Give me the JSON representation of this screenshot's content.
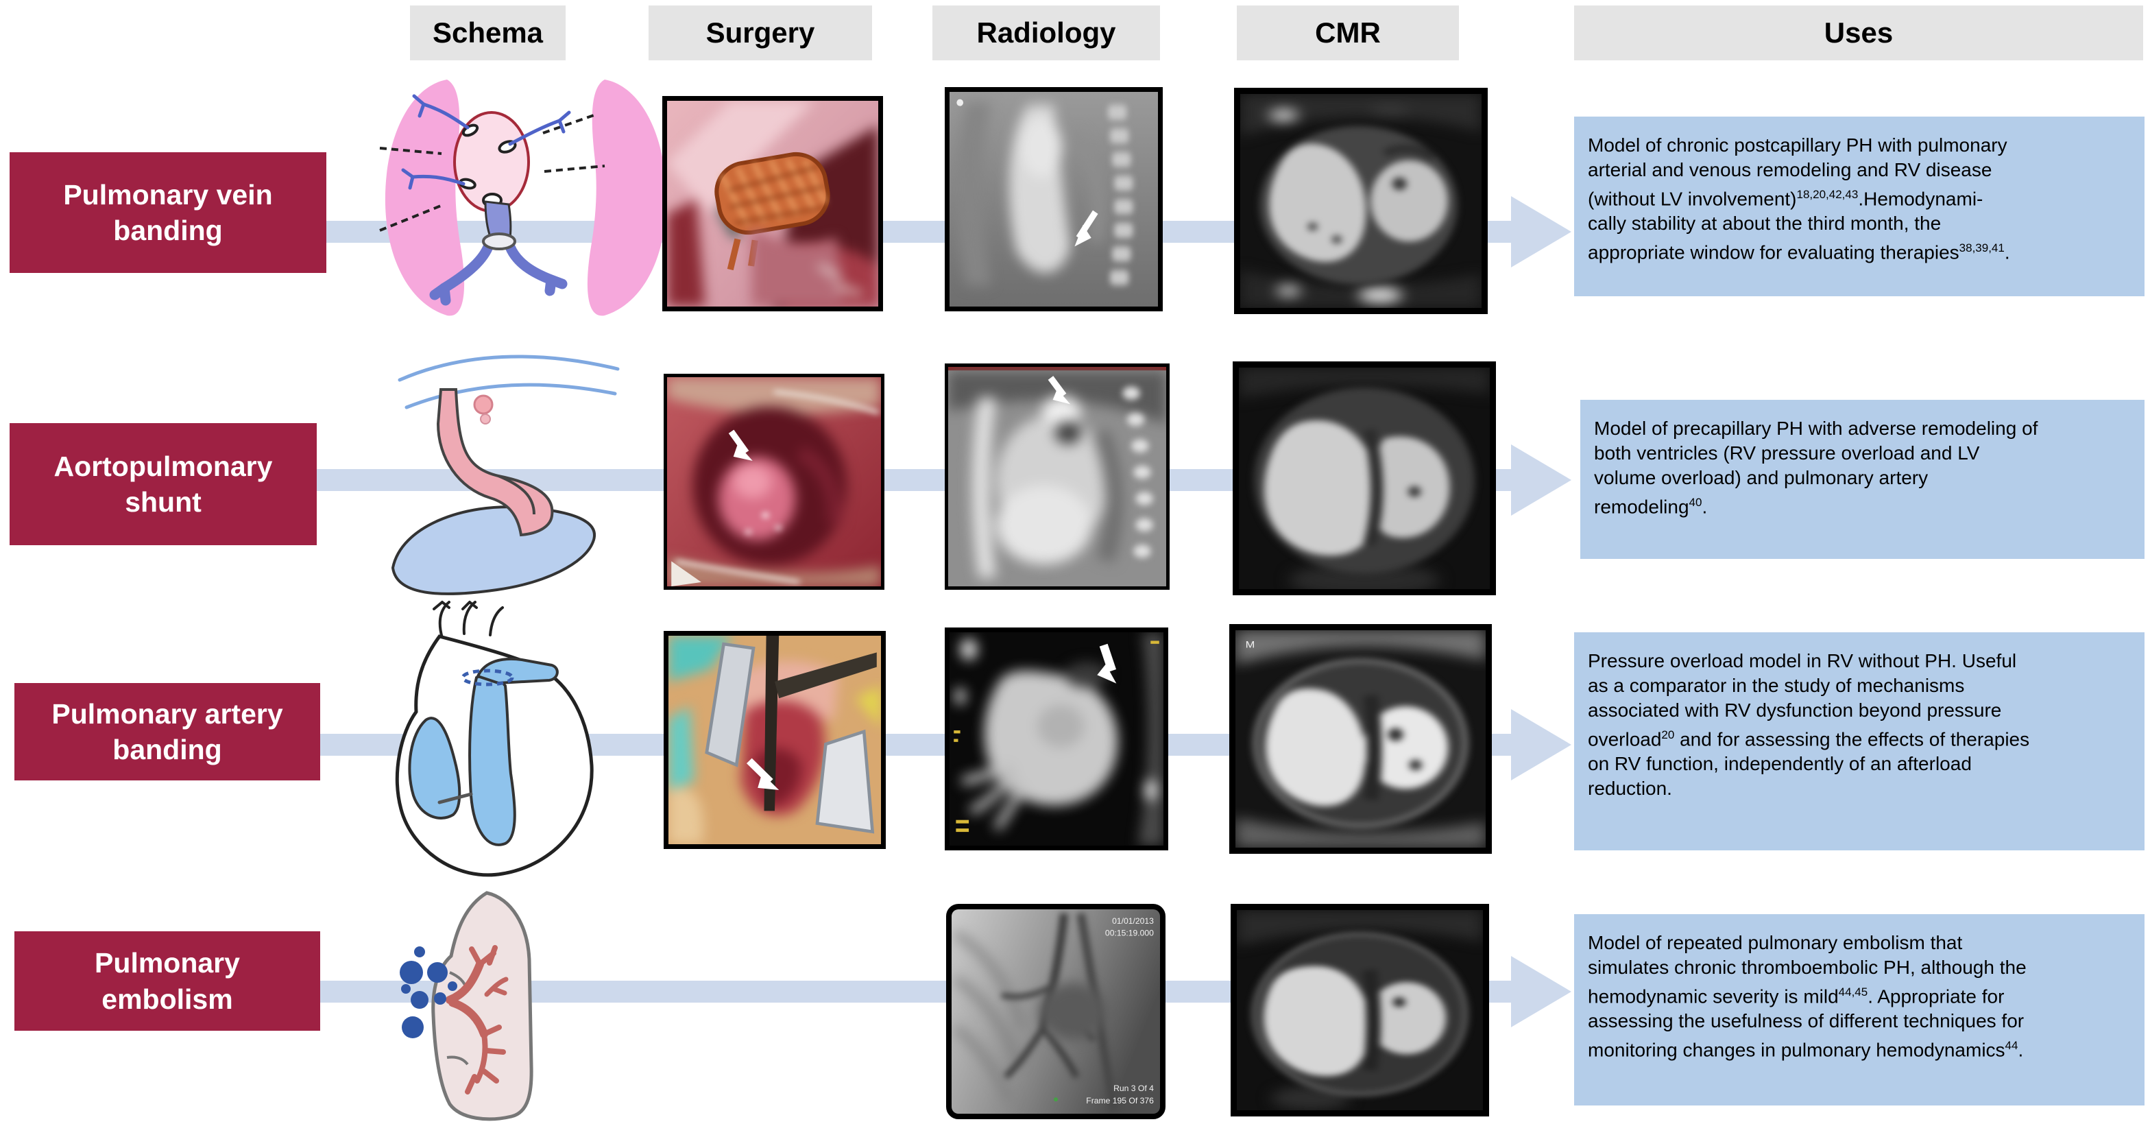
{
  "figure_title": "Animal models of pulmonary hypertension figure",
  "colors": {
    "header_bg": "#e4e4e4",
    "header_text": "#000000",
    "row_label_bg": "#9e2143",
    "row_label_text": "#ffffff",
    "uses_bg": "#b4cde9",
    "connector_arrow": "#cdd9ec",
    "schema_lung_pink": "#f6a8dc",
    "schema_blue": "#8fc3ec",
    "emboli_blue": "#2f56a5",
    "atrium_outline_red": "#a52a3a"
  },
  "columns": [
    {
      "label": "Schema"
    },
    {
      "label": "Surgery"
    },
    {
      "label": "Radiology"
    },
    {
      "label": "CMR"
    },
    {
      "label": "Uses"
    }
  ],
  "rows": [
    {
      "label": "Pulmonary vein banding",
      "uses_lines": [
        [
          {
            "t": "Model of chronic postcapillary PH with pulmonary"
          }
        ],
        [
          {
            "t": "arterial and venous remodeling and RV disease"
          }
        ],
        [
          {
            "t": "(without LV involvement)"
          },
          {
            "sup": "18,20,42,43"
          },
          {
            "t": ".Hemodynami-"
          }
        ],
        [
          {
            "t": "cally stability at about the third month, the"
          }
        ],
        [
          {
            "t": "appropriate window for evaluating therapies"
          },
          {
            "sup": "38,39,41"
          },
          {
            "t": "."
          }
        ]
      ]
    },
    {
      "label": "Aortopulmonary shunt",
      "uses_lines": [
        [
          {
            "t": "Model of precapillary PH with adverse remodeling of"
          }
        ],
        [
          {
            "t": "both ventricles (RV pressure overload and LV"
          }
        ],
        [
          {
            "t": "volume overload) and pulmonary artery"
          }
        ],
        [
          {
            "t": "remodeling"
          },
          {
            "sup": "40"
          },
          {
            "t": "."
          }
        ]
      ]
    },
    {
      "label": "Pulmonary artery banding",
      "uses_lines": [
        [
          {
            "t": "Pressure overload model in RV without PH. Useful"
          }
        ],
        [
          {
            "t": "as a comparator in the study of mechanisms"
          }
        ],
        [
          {
            "t": "associated with RV dysfunction beyond pressure"
          }
        ],
        [
          {
            "t": "overload"
          },
          {
            "sup": "20"
          },
          {
            "t": " and for assessing the effects of therapies"
          }
        ],
        [
          {
            "t": "on RV function, independently of an afterload"
          }
        ],
        [
          {
            "t": "reduction."
          }
        ]
      ]
    },
    {
      "label": "Pulmonary embolism",
      "uses_lines": [
        [
          {
            "t": "Model of repeated pulmonary embolism that"
          }
        ],
        [
          {
            "t": "simulates chronic thromboembolic PH, although the"
          }
        ],
        [
          {
            "t": "hemodynamic severity is mild"
          },
          {
            "sup": "44,45"
          },
          {
            "t": ". Appropriate for"
          }
        ],
        [
          {
            "t": "assessing the usefulness of different techniques for"
          }
        ],
        [
          {
            "t": "monitoring changes in pulmonary hemodynamics"
          },
          {
            "sup": "44"
          },
          {
            "t": "."
          }
        ]
      ]
    }
  ],
  "fluoro_overlay": {
    "date": "01/01/2013",
    "time": "00:15:19.000",
    "run": "Run 3 Of 4",
    "frame": "Frame 195 Of 376"
  }
}
